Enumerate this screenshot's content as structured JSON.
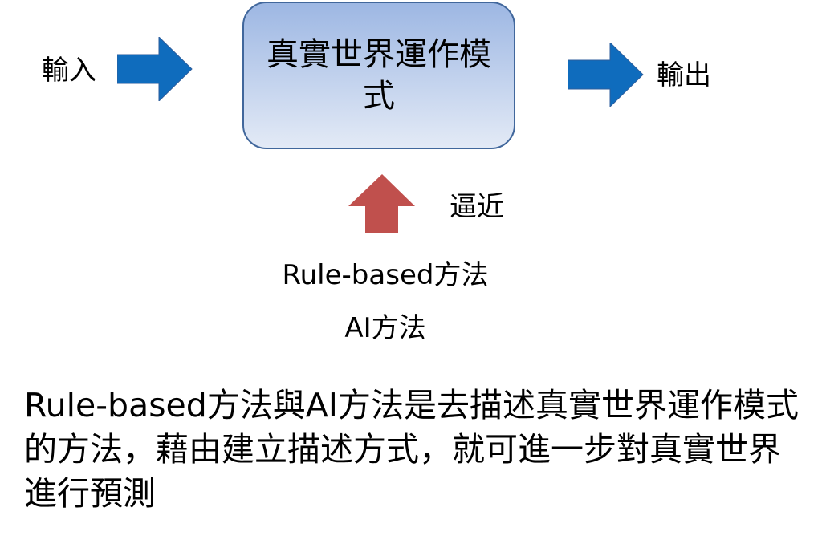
{
  "input_label": "輸入",
  "output_label": "輸出",
  "box_text": "真實世界運作模式",
  "approach_label": "逼近",
  "methods": [
    "Rule-based方法",
    "AI方法"
  ],
  "paragraph": "Rule-based方法與AI方法是去描述真實世界運作模式的方法，藉由建立描述方式，就可進一步對真實世界進行預測",
  "colors": {
    "blue_arrow": "#0f6cbd",
    "red_arrow": "#c0504d",
    "box_border": "#41679c"
  }
}
